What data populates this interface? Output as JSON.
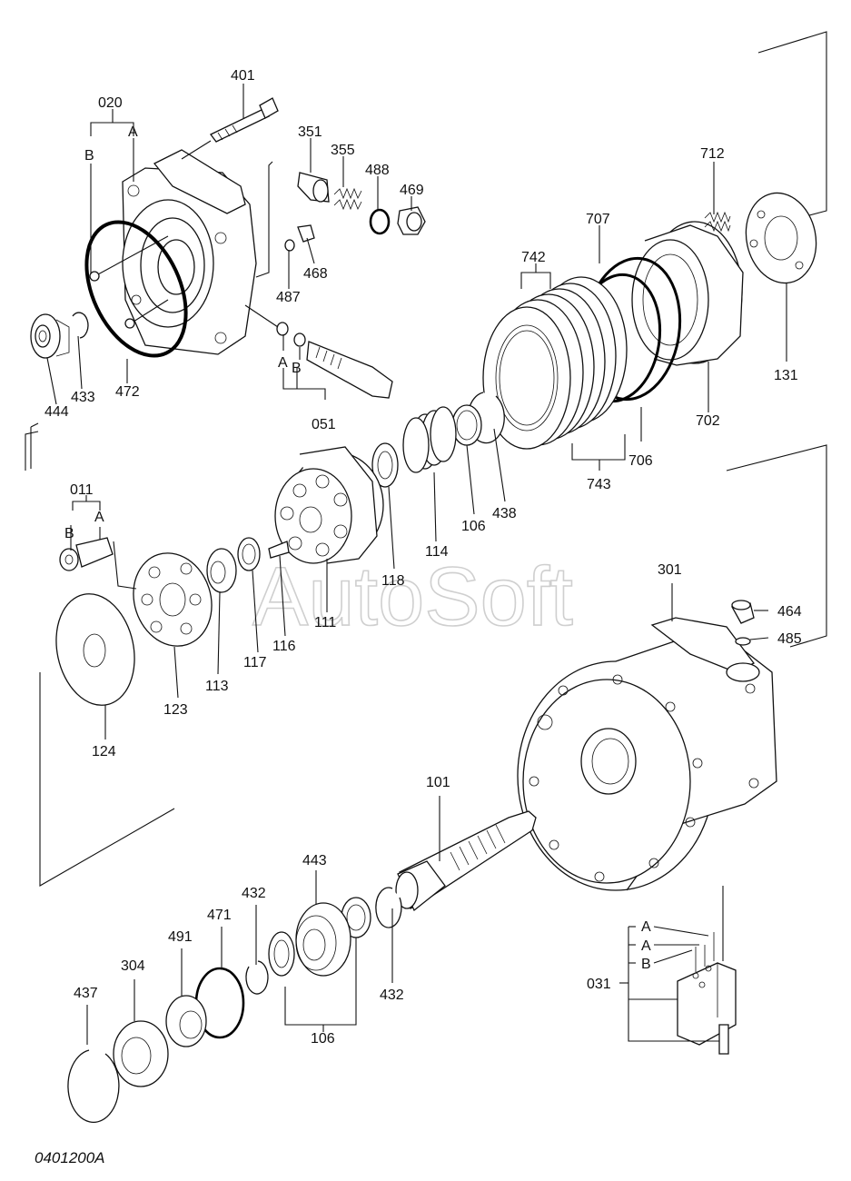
{
  "watermark": "AutoSoft",
  "drawing_code": "0401200A",
  "sub_letters": {
    "A": "A",
    "B": "B"
  },
  "parts": {
    "p401": "401",
    "p020": "020",
    "p351": "351",
    "p355": "355",
    "p488": "488",
    "p469": "469",
    "p468": "468",
    "p487": "487",
    "p051": "051",
    "p444": "444",
    "p433": "433",
    "p472": "472",
    "p712": "712",
    "p707": "707",
    "p742": "742",
    "p131": "131",
    "p702": "702",
    "p706": "706",
    "p743": "743",
    "p438": "438",
    "p106a": "106",
    "p114": "114",
    "p118": "118",
    "p111": "111",
    "p116": "116",
    "p117": "117",
    "p113": "113",
    "p123": "123",
    "p124": "124",
    "p011": "011",
    "p301": "301",
    "p464": "464",
    "p485": "485",
    "p101": "101",
    "p443": "443",
    "p432a": "432",
    "p432b": "432",
    "p471": "471",
    "p491": "491",
    "p304": "304",
    "p437": "437",
    "p106b": "106",
    "p031": "031"
  }
}
